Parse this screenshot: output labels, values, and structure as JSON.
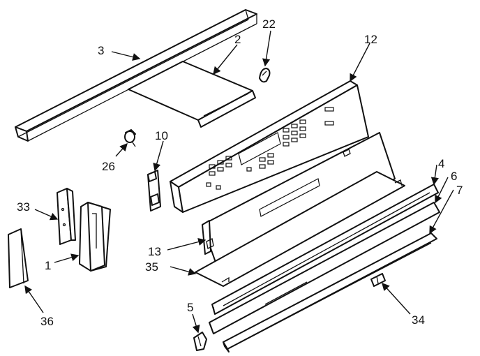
{
  "diagram": {
    "callouts": [
      {
        "id": "3",
        "text": "3"
      },
      {
        "id": "2",
        "text": "2"
      },
      {
        "id": "22",
        "text": "22"
      },
      {
        "id": "12",
        "text": "12"
      },
      {
        "id": "10",
        "text": "10"
      },
      {
        "id": "26",
        "text": "26"
      },
      {
        "id": "33",
        "text": "33"
      },
      {
        "id": "1",
        "text": "1"
      },
      {
        "id": "36",
        "text": "36"
      },
      {
        "id": "4",
        "text": "4"
      },
      {
        "id": "6",
        "text": "6"
      },
      {
        "id": "7",
        "text": "7"
      },
      {
        "id": "13",
        "text": "13"
      },
      {
        "id": "35",
        "text": "35"
      },
      {
        "id": "5",
        "text": "5"
      },
      {
        "id": "34",
        "text": "34"
      }
    ]
  }
}
